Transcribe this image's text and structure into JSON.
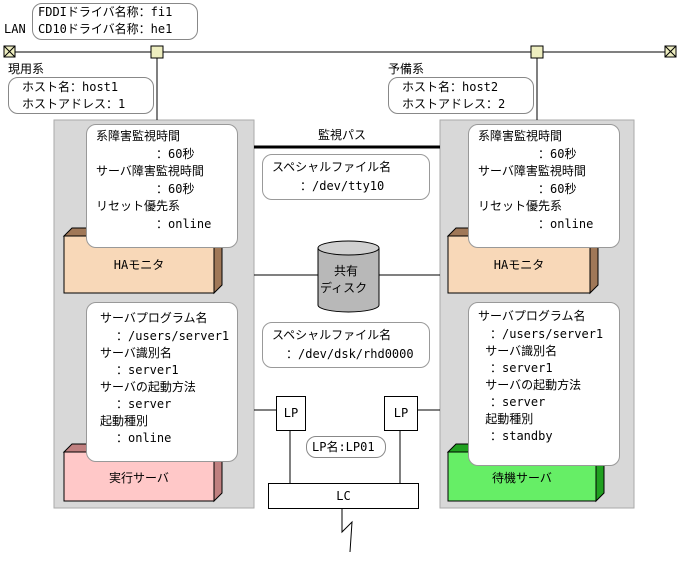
{
  "network": {
    "lan_label": "LAN",
    "fddi_driver": "FDDIドライバ名称：fi1",
    "cd10_driver": "CD10ドライバ名称：he1"
  },
  "active": {
    "title": "現用系",
    "host_name": "ホスト名：host1",
    "host_address": "ホストアドレス：1",
    "monitor_settings": [
      "系障害監視時間",
      "　　：60秒",
      "サーバ障害監視時間",
      "　　：60秒",
      "リセット優先系",
      "　　：online"
    ],
    "ha_monitor": "HAモニタ",
    "server_settings": [
      "サーバプログラム名",
      "　：/users/server1",
      "サーバ識別名",
      "　：server1",
      "サーバの起動方法",
      "　：server",
      "起動種別",
      "　：online"
    ],
    "server_box": "実行サーバ",
    "server_box_color": "#ffc8c8"
  },
  "standby": {
    "title": "予備系",
    "host_name": "ホスト名：host2",
    "host_address": "ホストアドレス：2",
    "monitor_settings": [
      "系障害監視時間",
      "　　　　　：60秒",
      "サーバ障害監視時間",
      "　　　　　：60秒",
      "リセット優先系",
      "　　　　　：online"
    ],
    "ha_monitor": "HAモニタ",
    "server_settings": [
      "サーバプログラム名",
      "　：/users/server1",
      " サーバ識別名",
      "　：server1",
      " サーバの起動方法",
      "　：server",
      " 起動種別",
      "　：standby"
    ],
    "server_box": "待機サーバ",
    "server_box_color": "#66ee66"
  },
  "center": {
    "monitor_path": "監視パス",
    "special_file_1_label": "スペシャルファイル名",
    "special_file_1_value": "：/dev/tty10",
    "shared_disk_line1": "共有",
    "shared_disk_line2": "ディスク",
    "special_file_2_label": "スペシャルファイル名",
    "special_file_2_value": "：/dev/dsk/rhd0000",
    "lp_left": "LP",
    "lp_right": "LP",
    "lp_name": "LP名:LP01",
    "lc": "LC"
  },
  "colors": {
    "ha_monitor": "#f8d8b8",
    "system_frame": "#d8d8d8",
    "connector": "#eeeec0"
  }
}
